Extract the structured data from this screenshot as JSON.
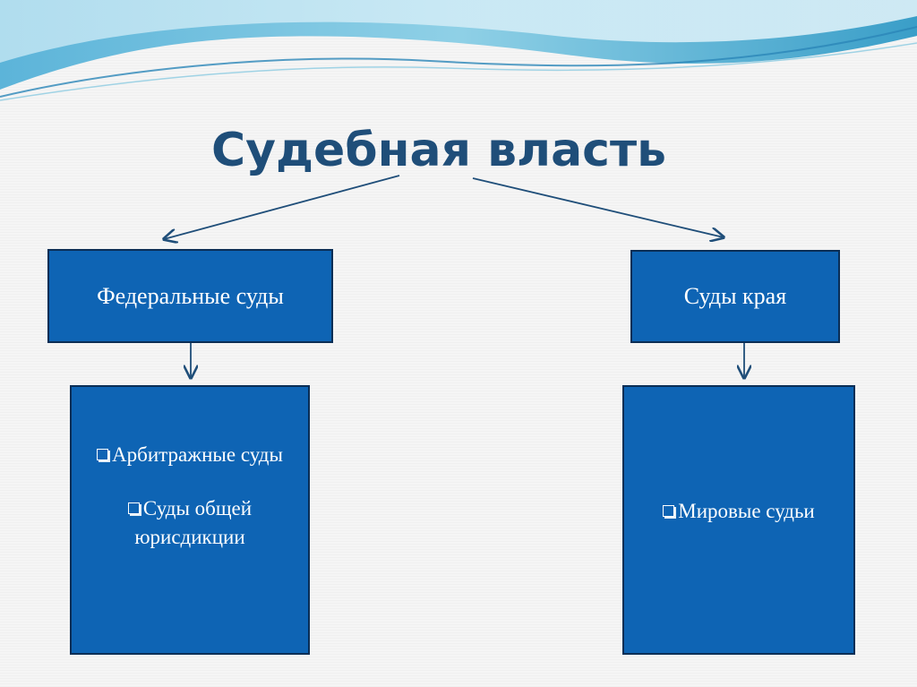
{
  "title": "Судебная власть",
  "colors": {
    "box_fill": "#0e64b4",
    "box_border": "#0b2e55",
    "title": "#1f4e79",
    "arrow": "#1f4e79"
  },
  "branches": [
    {
      "label": "Федеральные суды",
      "items": [
        "Арбитражные суды",
        "Суды общей юрисдикции"
      ]
    },
    {
      "label": "Суды края",
      "items": [
        "Мировые судьи"
      ]
    }
  ],
  "bullet_icon": "checkbox-square-icon"
}
